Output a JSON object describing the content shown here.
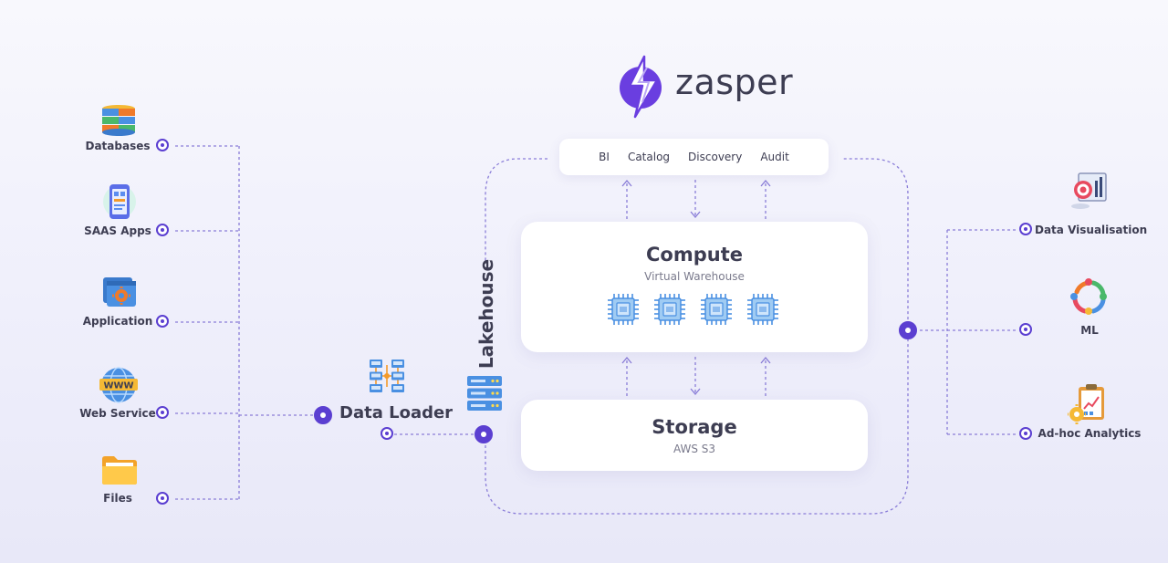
{
  "brand": {
    "name": "zasper",
    "logo_icon": "lightning-bolt-logo"
  },
  "toolbar": {
    "items": [
      "BI",
      "Catalog",
      "Discovery",
      "Audit"
    ]
  },
  "compute": {
    "title": "Compute",
    "subtitle": "Virtual Warehouse",
    "chip_icon": "cpu-chip-icon"
  },
  "storage": {
    "title": "Storage",
    "subtitle": "AWS S3"
  },
  "lakehouse": {
    "label": "Lakehouse",
    "icon": "server-rack-icon"
  },
  "loader": {
    "label": "Data Loader",
    "icon": "network-topology-icon"
  },
  "sources": [
    {
      "label": "Databases",
      "icon": "database-stack-icon"
    },
    {
      "label": "SAAS Apps",
      "icon": "mobile-app-icon"
    },
    {
      "label": "Application",
      "icon": "application-gear-icon"
    },
    {
      "label": "Web Service",
      "icon": "www-globe-icon"
    },
    {
      "label": "Files",
      "icon": "folder-icon"
    }
  ],
  "outputs": [
    {
      "label": "Data Visualisation",
      "icon": "chart-target-icon"
    },
    {
      "label": "ML",
      "icon": "ml-cycle-icon"
    },
    {
      "label": "Ad-hoc Analytics",
      "icon": "clipboard-analytics-icon"
    }
  ],
  "colors": {
    "accent": "#5b3fd1",
    "wire": "#8a7dd8",
    "brand_purple": "#6a3ee0",
    "server_blue": "#4a90e2"
  }
}
